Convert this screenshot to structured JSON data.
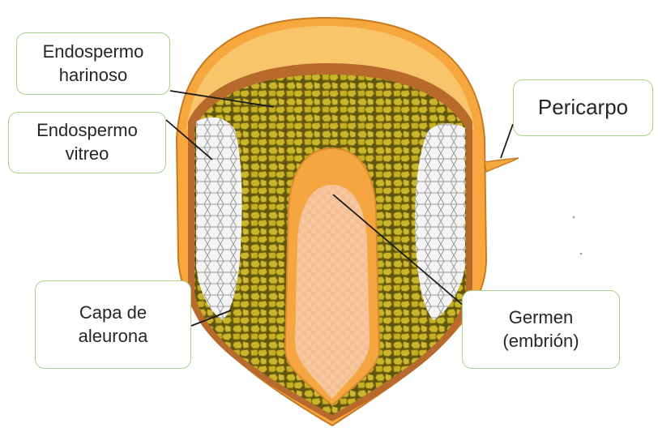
{
  "diagram": {
    "labels": {
      "endospermo_harinoso": "Endospermo\nharinoso",
      "endospermo_vitreo": "Endospermo\nvitreo",
      "pericarpo": "Pericarpo",
      "capa_aleurona": "Capa de\naleurona",
      "germen": "Germen\n(embrión)"
    },
    "colors": {
      "pericarp_outer": "#f6a83e",
      "pericarp_light": "#f9c56a",
      "aleurone_brown": "#b86a2c",
      "starchy_endosperm": "#c9b52a",
      "starchy_cell_edge": "#7a6a10",
      "vitreous_endosperm": "#f4f4f4",
      "vitreous_cell_edge": "#9c9c9c",
      "embryo_outer": "#f5a640",
      "embryo_inner": "#f7c8a0",
      "label_border": "#a9d18e",
      "leader_line": "#1a1a1a"
    }
  }
}
